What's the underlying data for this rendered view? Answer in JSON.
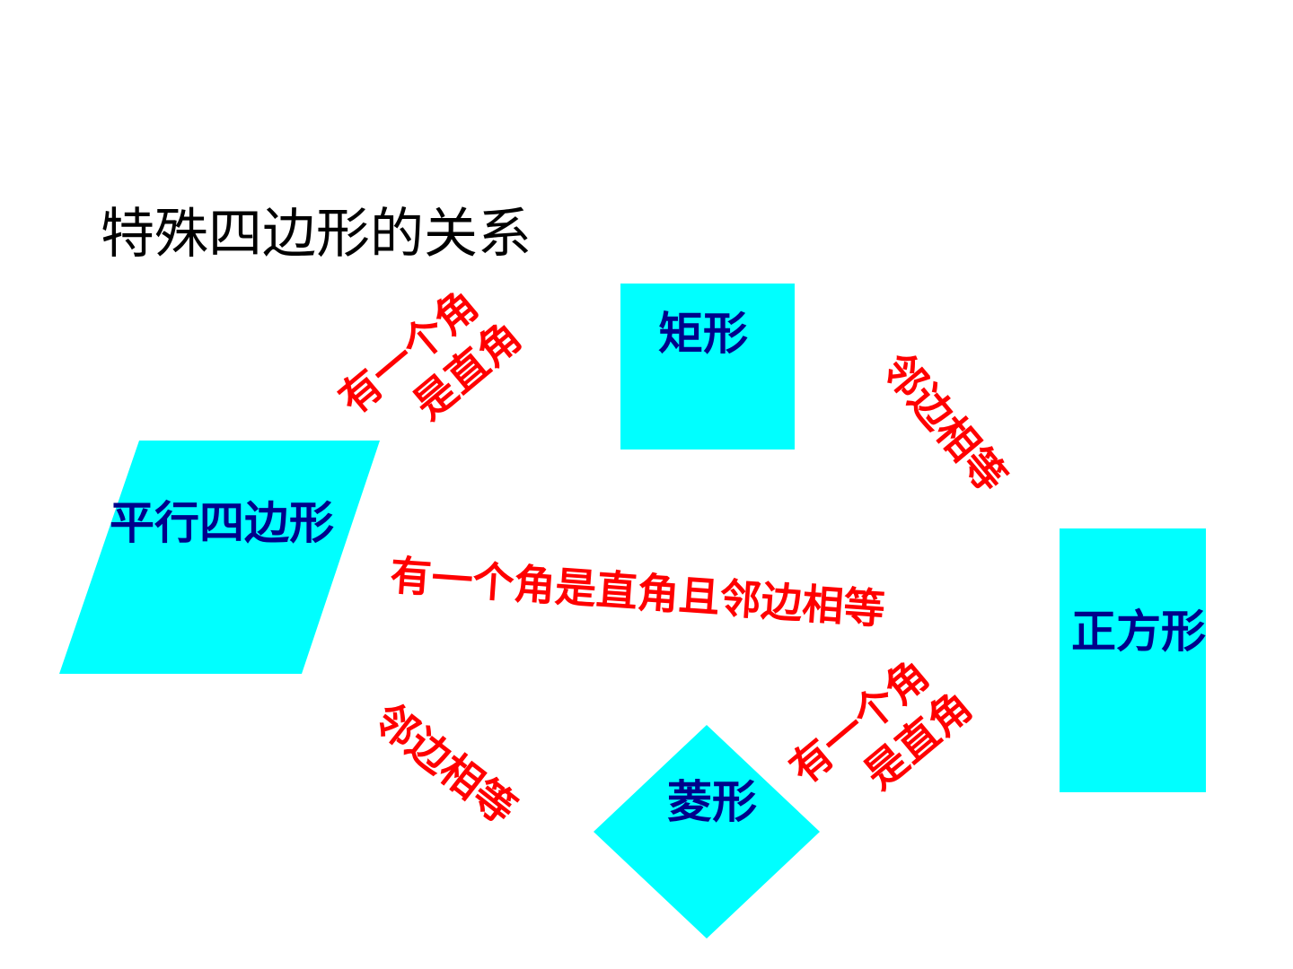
{
  "title": "特殊四边形的关系",
  "colors": {
    "shape_fill": "#00FFFF",
    "shape_text": "#00008B",
    "relation_text": "#FF0000",
    "title_text": "#000000",
    "background": "#FFFFFF"
  },
  "shapes": {
    "parallelogram": "平行四边形",
    "rectangle": "矩形",
    "rhombus": "菱形",
    "square": "正方形"
  },
  "relations": {
    "parallelogram_to_rectangle": {
      "line1": "有一个角",
      "line2": "是直角"
    },
    "rectangle_to_square": "邻边相等",
    "parallelogram_to_square": "有一个角是直角且邻边相等",
    "parallelogram_to_rhombus": "邻边相等",
    "rhombus_to_square": {
      "line1": "有一个角",
      "line2": "是直角"
    }
  }
}
